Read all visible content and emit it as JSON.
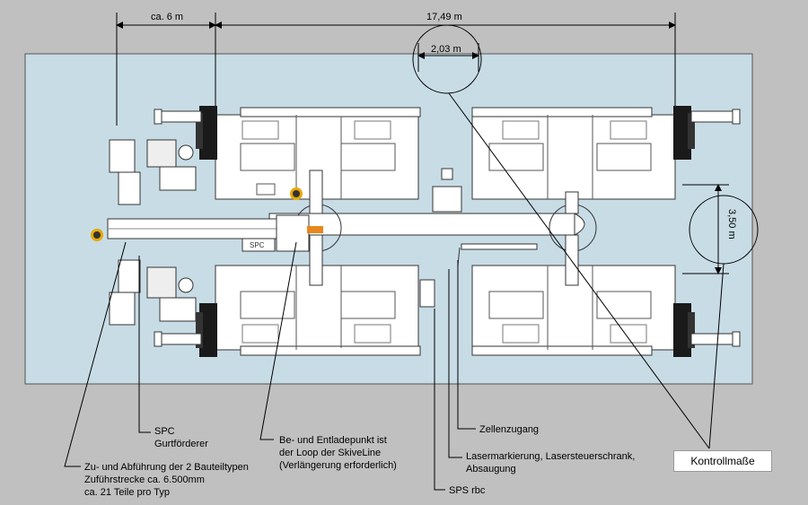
{
  "dimensions": {
    "width_left": "ca. 6 m",
    "width_total": "17,49 m",
    "gap_small": "2,03 m",
    "height_right": "3,50 m"
  },
  "machines": {
    "spc_label": "SPC"
  },
  "callouts": {
    "spc_line1": "SPC",
    "spc_line2": "Gurtförderer",
    "load_line1": "Be- und Entladepunkt ist",
    "load_line2": "der Loop der SkiveLine",
    "load_line3": "(Verlängerung erforderlich)",
    "feed_line1": "Zu- und Abführung der 2 Bauteiltypen",
    "feed_line2": "Zuführstrecke ca. 6.500mm",
    "feed_line3": "ca. 21 Teile pro Typ",
    "zellen": "Zellenzugang",
    "laser_line1": "Lasermarkierung, Lasersteuerschrank,",
    "laser_line2": "Absaugung",
    "sps": "SPS rbc",
    "kontroll": "Kontrollmaße"
  },
  "colors": {
    "background": "#c0c0c0",
    "floor": "#c8dce6",
    "machine": "#ffffff",
    "motor": "#1a1a1a"
  }
}
